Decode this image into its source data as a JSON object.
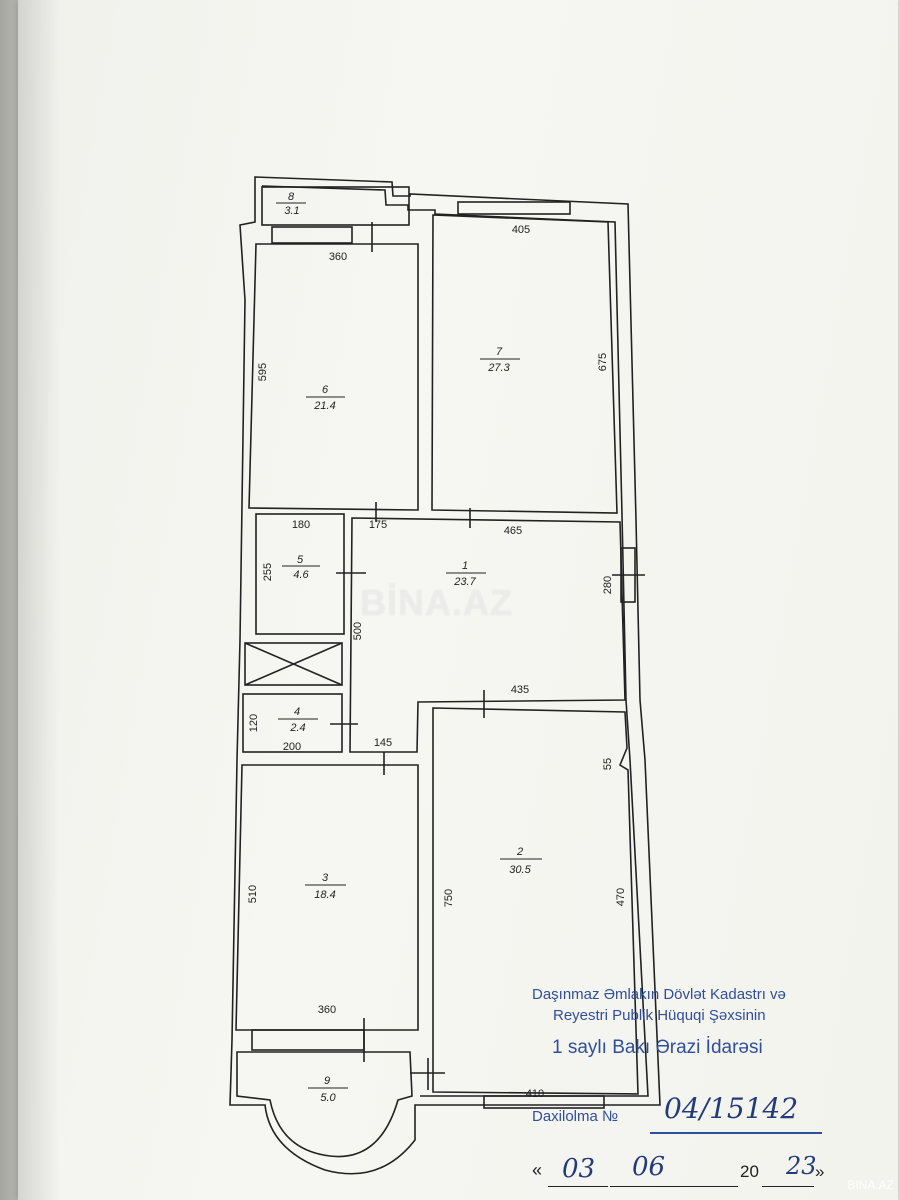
{
  "watermark": "BİNA.AZ",
  "corner_watermark": "BINA.AZ",
  "rooms": [
    {
      "num": "8",
      "area": "3.1"
    },
    {
      "num": "6",
      "area": "21.4"
    },
    {
      "num": "7",
      "area": "27.3"
    },
    {
      "num": "5",
      "area": "4.6"
    },
    {
      "num": "1",
      "area": "23.7"
    },
    {
      "num": "4",
      "area": "2.4"
    },
    {
      "num": "3",
      "area": "18.4"
    },
    {
      "num": "2",
      "area": "30.5"
    },
    {
      "num": "9",
      "area": "5.0"
    }
  ],
  "dimensions": [
    "360",
    "595",
    "405",
    "675",
    "180",
    "175",
    "465",
    "255",
    "280",
    "500",
    "435",
    "120",
    "200",
    "145",
    "55",
    "510",
    "750",
    "470",
    "360",
    "410"
  ],
  "stamp": {
    "line1": "Daşınmaz Əmlakın Dövlət Kadastrı və",
    "line2": "Reyestri Publik Hüquqi Şəxsinin",
    "line3": "1 saylı Bakı Ərazi İdarəsi",
    "registration_label": "Daxilolma №",
    "date_open_quote": "«",
    "year_prefix": "20",
    "date_close_quote": "»"
  },
  "handwritten": {
    "registration_number": "04/15142",
    "day": "03",
    "month": "06",
    "year_suffix": "23"
  },
  "colors": {
    "stamp_blue": "#2f4f9a",
    "ink": "#222222",
    "paper": "#f4f4ef"
  }
}
